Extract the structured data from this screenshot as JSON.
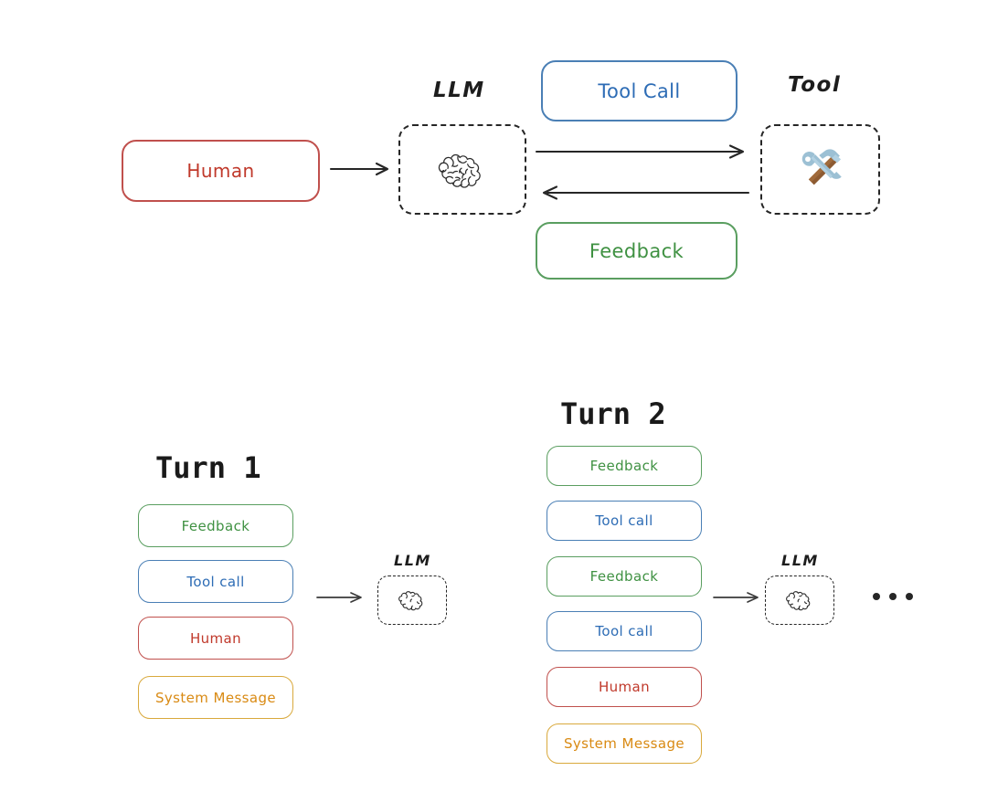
{
  "diagram": {
    "title": "LLM agent tool-calling loop and multi-turn message stack",
    "colors": {
      "human": "#c0392b",
      "human_border": "#c0504d",
      "tool_call": "#2d6cb5",
      "tool_call_border": "#4a7fb5",
      "feedback": "#3f9142",
      "feedback_border": "#5a9e60",
      "system_message": "#d98a13",
      "system_message_border": "#d9a93c",
      "dashed_border": "#262626",
      "arrow": "#262626",
      "background": "#ffffff"
    }
  },
  "top_row": {
    "human_box": {
      "label": "Human"
    },
    "llm": {
      "caption": "LLM",
      "icon": "brain-icon"
    },
    "tool_call_box": {
      "label": "Tool Call"
    },
    "feedback_box": {
      "label": "Feedback"
    },
    "tool": {
      "caption": "Tool",
      "icon": "hammer-and-wrench-icon"
    },
    "arrows": [
      {
        "name": "human-to-llm",
        "direction": "right"
      },
      {
        "name": "llm-to-tool",
        "direction": "right"
      },
      {
        "name": "tool-to-llm",
        "direction": "left"
      }
    ]
  },
  "turns": [
    {
      "title": "Turn 1",
      "llm_caption": "LLM",
      "llm_icon": "brain-icon",
      "arrow": {
        "name": "stack-to-llm",
        "direction": "right"
      },
      "messages": [
        {
          "label": "Feedback",
          "kind": "feedback"
        },
        {
          "label": "Tool call",
          "kind": "tool_call"
        },
        {
          "label": "Human",
          "kind": "human"
        },
        {
          "label": "System Message",
          "kind": "system_message"
        }
      ]
    },
    {
      "title": "Turn 2",
      "llm_caption": "LLM",
      "llm_icon": "brain-icon",
      "arrow": {
        "name": "stack-to-llm",
        "direction": "right"
      },
      "messages": [
        {
          "label": "Feedback",
          "kind": "feedback"
        },
        {
          "label": "Tool call",
          "kind": "tool_call"
        },
        {
          "label": "Feedback",
          "kind": "feedback"
        },
        {
          "label": "Tool call",
          "kind": "tool_call"
        },
        {
          "label": "Human",
          "kind": "human"
        },
        {
          "label": "System Message",
          "kind": "system_message"
        }
      ]
    }
  ],
  "continuation": {
    "name": "ellipsis",
    "label": "•••",
    "dot_count": 3
  }
}
